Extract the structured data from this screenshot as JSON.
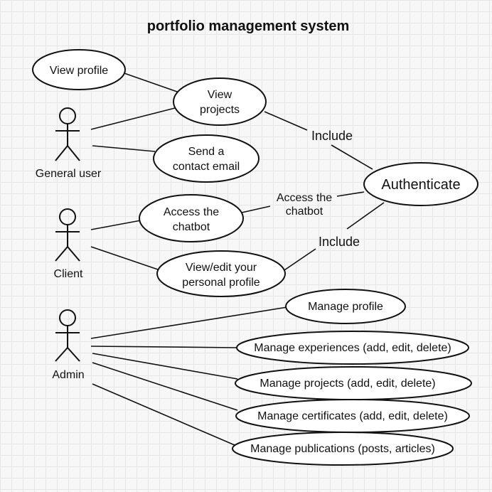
{
  "title": "portfolio management system",
  "actors": {
    "general_user": "General user",
    "client": "Client",
    "admin": "Admin"
  },
  "use_cases": {
    "view_profile": "View profile",
    "view_projects": [
      "View",
      "projects"
    ],
    "send_contact_email": [
      "Send a",
      "contact email"
    ],
    "authenticate": "Authenticate",
    "access_chatbot": [
      "Access the",
      "chatbot"
    ],
    "view_edit_profile": [
      "View/edit your",
      "personal profile"
    ],
    "manage_profile": "Manage profile",
    "manage_experiences": "Manage experiences (add, edit, delete)",
    "manage_projects": "Manage projects (add, edit, delete)",
    "manage_certificates": "Manage certificates (add, edit, delete)",
    "manage_publications": "Manage publications (posts, articles)"
  },
  "relations": {
    "include_top": "Include",
    "access_chatbot": [
      "Access the",
      "chatbot"
    ],
    "include_bottom": "Include"
  }
}
